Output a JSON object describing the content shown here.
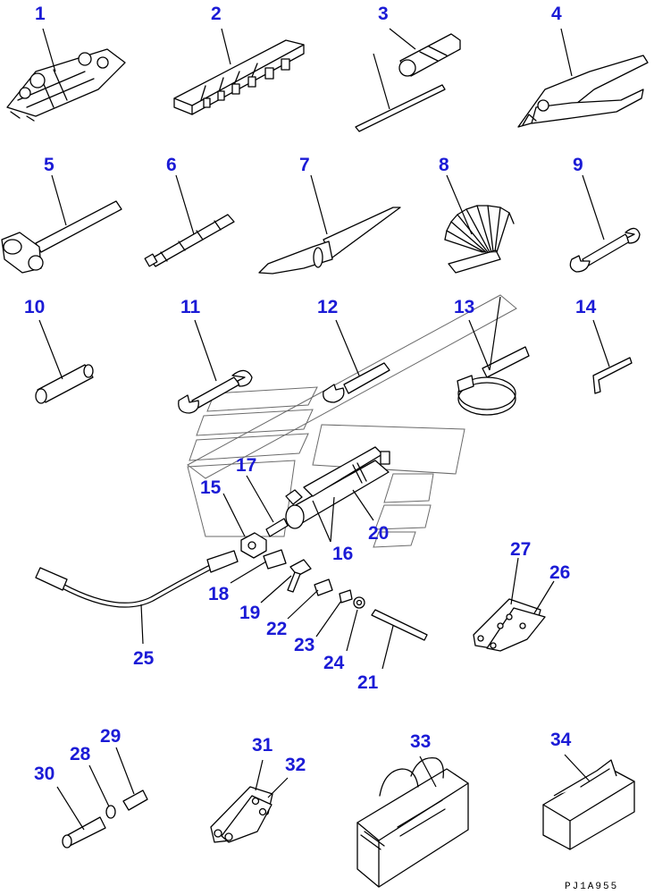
{
  "diagram": {
    "drawing_code": "PJ1A955",
    "callouts": [
      "1",
      "2",
      "3",
      "4",
      "5",
      "6",
      "7",
      "8",
      "9",
      "10",
      "11",
      "12",
      "13",
      "14",
      "15",
      "16",
      "17",
      "18",
      "19",
      "20",
      "21",
      "22",
      "23",
      "24",
      "25",
      "26",
      "27",
      "28",
      "29",
      "30",
      "31",
      "32",
      "33",
      "34"
    ],
    "colors": {
      "callout": "#1b1bd6",
      "line": "#000000",
      "watermark": "#6a6a6a"
    }
  }
}
